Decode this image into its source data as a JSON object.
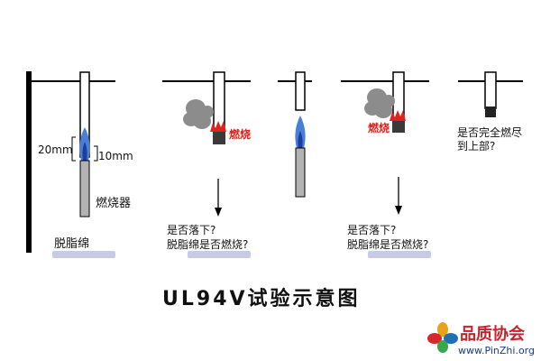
{
  "title": "UL94V试验示意图",
  "labels": {
    "dim_20": "20mm",
    "dim_10": "10mm",
    "burner": "燃烧器",
    "cotton": "脱脂绵",
    "burning_1": "燃烧",
    "burning_2": "燃烧",
    "q1_line1": "是否落下?",
    "q1_line2": "脱脂绵是否燃烧?",
    "q2_line1": "是否落下?",
    "q2_line2": "脱脂绵是否燃烧?",
    "q3_line1": "是否完全燃尽",
    "q3_line2": "到上部?"
  },
  "brand": {
    "name": "品质协会",
    "url": "www.PinZhi.org"
  },
  "colors": {
    "flame_outer": "#4a7fd8",
    "flame_inner": "#1b3fa0",
    "burner": "#b3b3b3",
    "smoke": "#8c8c8c",
    "fire": "#e0241b",
    "char": "#3a3a3a",
    "cotton_pad": "#c8cbe8",
    "brand_red": "#c8232c",
    "brand_blue": "#1a3a8a"
  }
}
